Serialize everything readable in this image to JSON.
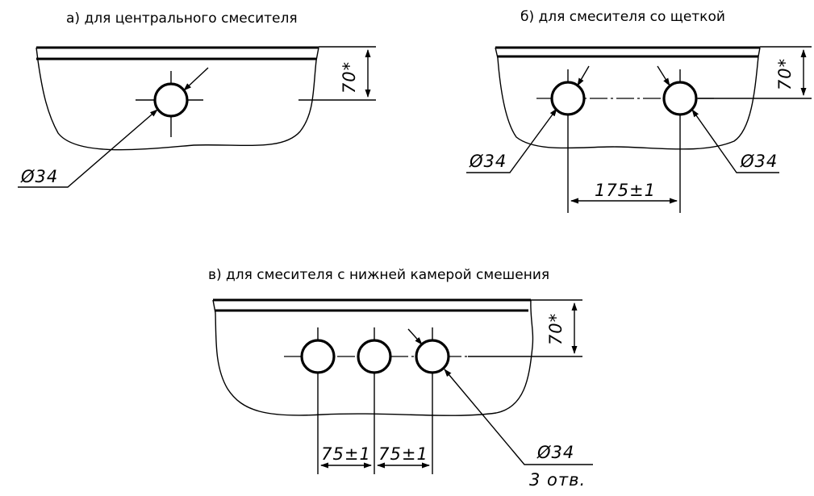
{
  "views": {
    "a": {
      "caption": "а)  для центрального смесителя",
      "hole_label": "Ø34",
      "offset_label": "70*"
    },
    "b": {
      "caption": "б)  для смесителя со щеткой",
      "hole_label_left": "Ø34",
      "hole_label_right": "Ø34",
      "offset_label": "70*",
      "spacing_label": "175±1"
    },
    "c": {
      "caption": "в)  для смесителя с нижней камерой смешения",
      "hole_label": "Ø34",
      "holes_count_label": "3 отв.",
      "offset_label": "70*",
      "spacing_label_1": "75±1",
      "spacing_label_2": "75±1"
    }
  },
  "colors": {
    "ink": "#000000",
    "paper": "#ffffff"
  }
}
